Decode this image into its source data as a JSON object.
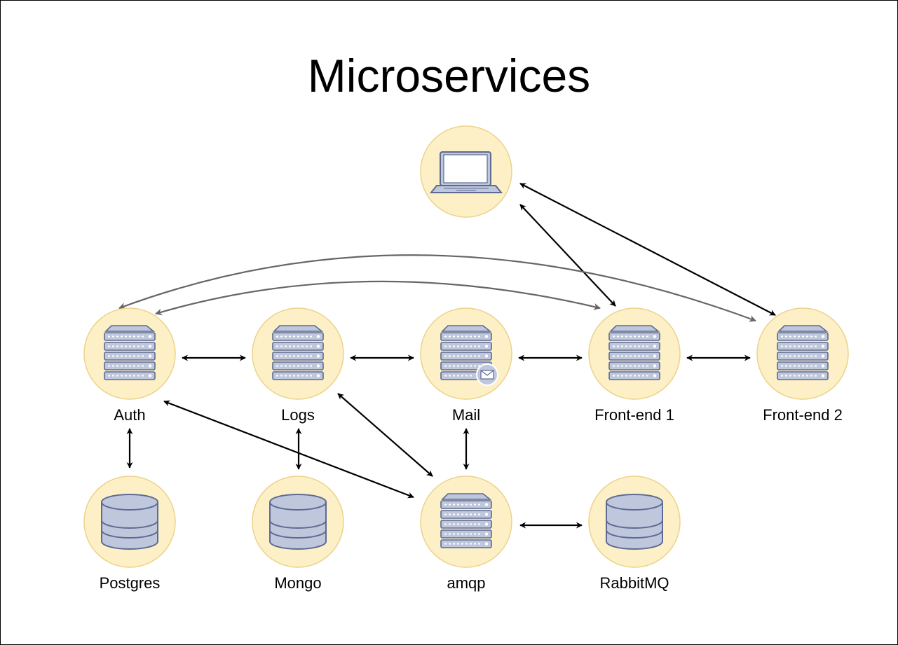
{
  "title": "Microservices",
  "colors": {
    "node_fill": "#fdf0c6",
    "node_stroke": "#ecd38b",
    "icon_fill": "#bfc7dc",
    "icon_stroke": "#5d6a93",
    "arrow_black": "#000000",
    "arrow_gray": "#666666"
  },
  "nodes": [
    {
      "id": "client",
      "label": "",
      "icon": "laptop-icon"
    },
    {
      "id": "auth",
      "label": "Auth",
      "icon": "server-icon"
    },
    {
      "id": "logs",
      "label": "Logs",
      "icon": "server-icon"
    },
    {
      "id": "mail",
      "label": "Mail",
      "icon": "mail-server-icon"
    },
    {
      "id": "frontend1",
      "label": "Front-end 1",
      "icon": "server-icon"
    },
    {
      "id": "frontend2",
      "label": "Front-end 2",
      "icon": "server-icon"
    },
    {
      "id": "postgres",
      "label": "Postgres",
      "icon": "database-icon"
    },
    {
      "id": "mongo",
      "label": "Mongo",
      "icon": "database-icon"
    },
    {
      "id": "amqp",
      "label": "amqp",
      "icon": "server-icon"
    },
    {
      "id": "rabbitmq",
      "label": "RabbitMQ",
      "icon": "database-icon"
    }
  ],
  "edges": [
    {
      "from": "client",
      "to": "frontend1",
      "style": "bidirectional"
    },
    {
      "from": "client",
      "to": "frontend2",
      "style": "bidirectional"
    },
    {
      "from": "auth",
      "to": "logs",
      "style": "bidirectional"
    },
    {
      "from": "logs",
      "to": "mail",
      "style": "bidirectional"
    },
    {
      "from": "mail",
      "to": "frontend1",
      "style": "bidirectional"
    },
    {
      "from": "frontend1",
      "to": "frontend2",
      "style": "bidirectional"
    },
    {
      "from": "auth",
      "to": "postgres",
      "style": "bidirectional"
    },
    {
      "from": "logs",
      "to": "mongo",
      "style": "bidirectional"
    },
    {
      "from": "mail",
      "to": "amqp",
      "style": "bidirectional"
    },
    {
      "from": "amqp",
      "to": "rabbitmq",
      "style": "bidirectional"
    },
    {
      "from": "auth",
      "to": "amqp",
      "style": "bidirectional"
    },
    {
      "from": "logs",
      "to": "amqp",
      "style": "bidirectional"
    },
    {
      "from": "auth",
      "to": "frontend1",
      "style": "curved-bidirectional-gray"
    },
    {
      "from": "auth",
      "to": "frontend2",
      "style": "curved-bidirectional-gray"
    }
  ]
}
